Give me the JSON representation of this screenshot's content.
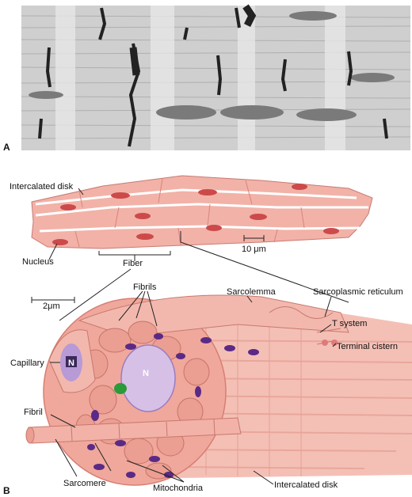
{
  "panels": {
    "a": "A",
    "b": "B"
  },
  "fiber_labels": {
    "intercalated_disk": "Intercalated disk",
    "nucleus": "Nucleus",
    "fiber": "Fiber",
    "scale_10um": "10 μm"
  },
  "cell_labels": {
    "scale_2um": "2μm",
    "fibrils": "Fibrils",
    "sarcolemma": "Sarcolemma",
    "sarcoplasmic_reticulum": "Sarcoplasmic reticulum",
    "t_system": "T system",
    "terminal_cistern": "Terminal cistern",
    "capillary": "Capillary",
    "nucleus_marker_1": "N",
    "nucleus_marker_2": "N",
    "fibril": "Fibril",
    "sarcomere": "Sarcomere",
    "mitochondria": "Mitochondria",
    "intercalated_disk_bottom": "Intercalated disk"
  },
  "colors": {
    "tissue": "#f2b2a8",
    "tissue_dark": "#d9847a",
    "nucleus_red": "#cc4a4a",
    "mitochondria": "#5b2a86",
    "nucleus_purple": "#b79ad6",
    "chloroplast_green": "#2a9a3a"
  }
}
